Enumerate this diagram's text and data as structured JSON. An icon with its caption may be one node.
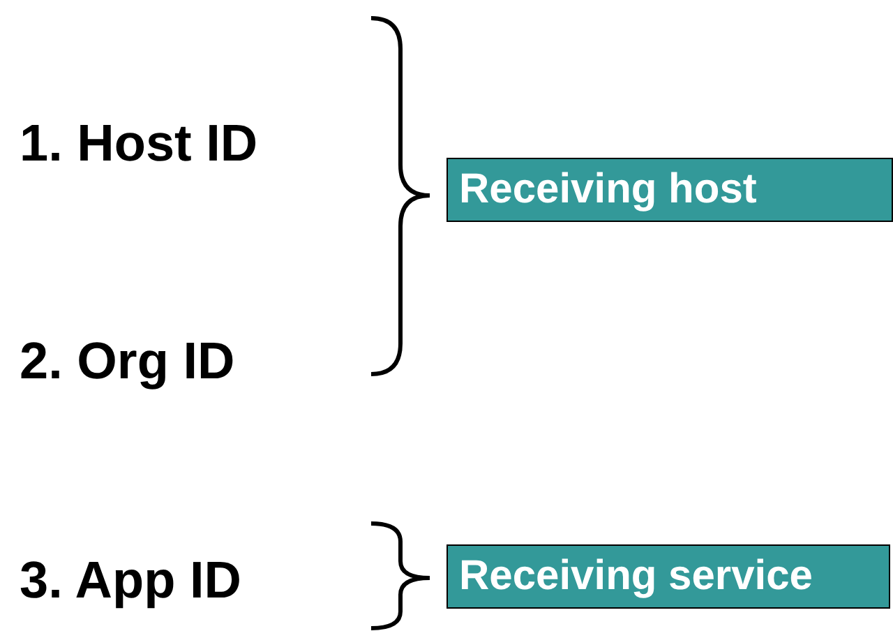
{
  "diagram": {
    "nodes": [
      {
        "text": [
          "Receiving host"
        ]
      },
      {
        "text": [
          "Receiving service"
        ]
      }
    ],
    "labels": [
      "1. Host ID",
      "2. Org ID",
      "3. App ID"
    ]
  }
}
